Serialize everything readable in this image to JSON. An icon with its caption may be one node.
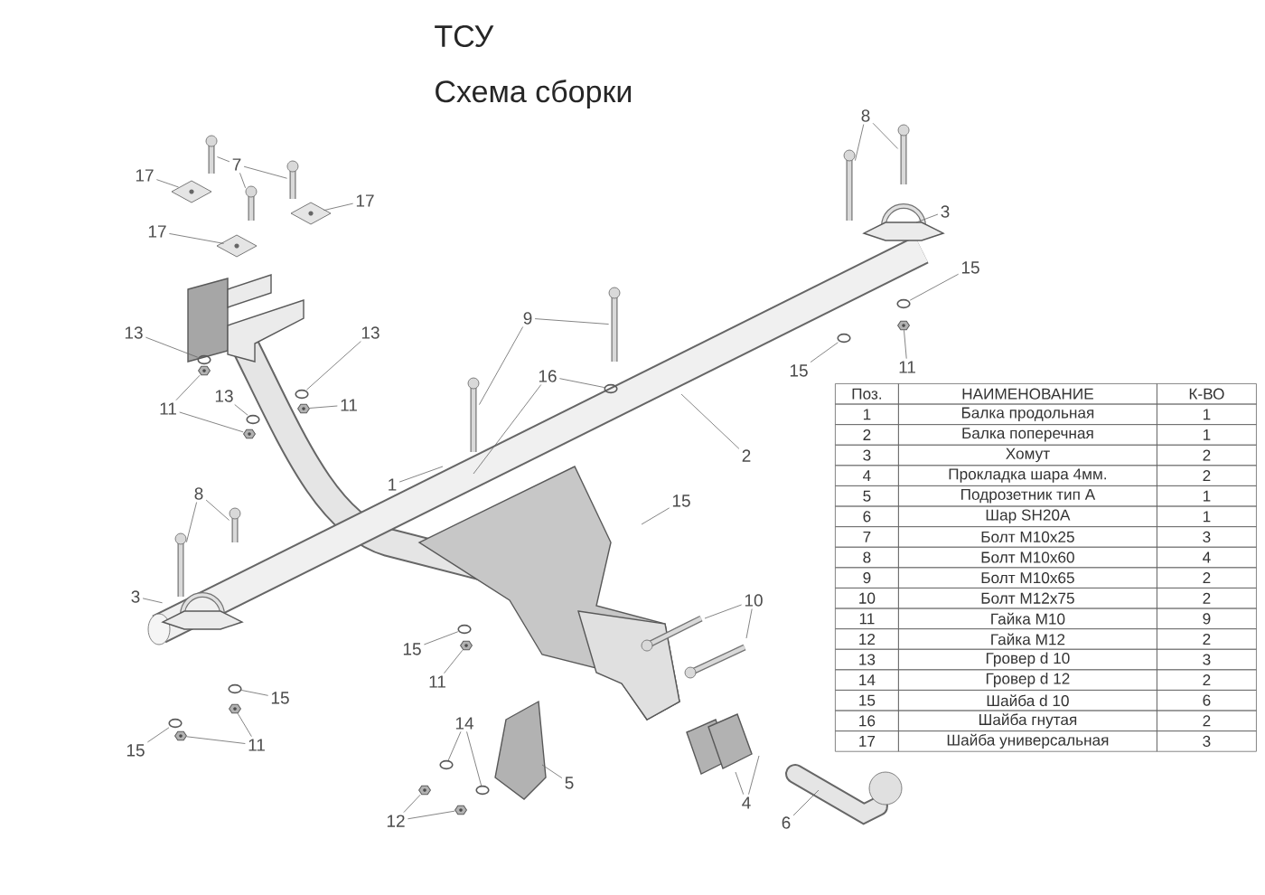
{
  "diagram": {
    "title": "ТСУ",
    "nodes": [
      {
        "text": [
          "8"
        ]
      },
      {
        "text": [
          "7"
        ]
      },
      {
        "text": [
          "17"
        ]
      },
      {
        "text": [
          "17"
        ]
      },
      {
        "text": [
          "3"
        ]
      },
      {
        "text": [
          "17"
        ]
      },
      {
        "text": [
          "15"
        ]
      },
      {
        "text": [
          "9"
        ]
      },
      {
        "text": [
          "13"
        ]
      },
      {
        "text": [
          "13"
        ]
      },
      {
        "text": [
          "15"
        ]
      },
      {
        "text": [
          "11"
        ]
      },
      {
        "text": [
          "16"
        ]
      },
      {
        "text": [
          "13"
        ]
      },
      {
        "text": [
          "11"
        ]
      },
      {
        "text": [
          "11"
        ]
      },
      {
        "text": [
          "2"
        ]
      },
      {
        "text": [
          "1"
        ]
      },
      {
        "text": [
          "8"
        ]
      },
      {
        "text": [
          "15"
        ]
      },
      {
        "text": [
          "10"
        ]
      },
      {
        "text": [
          "3"
        ]
      },
      {
        "text": [
          "15"
        ]
      },
      {
        "text": [
          "11"
        ]
      },
      {
        "text": [
          "15"
        ]
      },
      {
        "text": [
          "14"
        ]
      },
      {
        "text": [
          "11"
        ]
      },
      {
        "text": [
          "15"
        ]
      },
      {
        "text": [
          "5"
        ]
      },
      {
        "text": [
          "4"
        ]
      },
      {
        "text": [
          "12"
        ]
      },
      {
        "text": [
          "6"
        ]
      },
      {
        "text": [],
        "shape": "picture"
      },
      {
        "text": [],
        "shape": "picture"
      },
      {
        "text": [],
        "shape": "picture"
      },
      {
        "text": [],
        "shape": "picture"
      },
      {
        "text": [],
        "shape": "picture"
      },
      {
        "text": [],
        "shape": "picture"
      },
      {
        "text": [],
        "shape": "picture"
      },
      {
        "text": [],
        "shape": "picture"
      },
      {
        "text": [],
        "shape": "picture"
      },
      {
        "text": [],
        "shape": "picture"
      },
      {
        "text": [],
        "shape": "picture"
      },
      {
        "text": [],
        "shape": "picture"
      },
      {
        "text": [],
        "shape": "picture"
      },
      {
        "text": [],
        "shape": "picture"
      },
      {
        "text": [],
        "shape": "picture"
      },
      {
        "text": [],
        "shape": "picture"
      },
      {
        "text": [],
        "shape": "picture"
      },
      {
        "text": [],
        "shape": "picture"
      },
      {
        "text": [],
        "shape": "picture"
      },
      {
        "text": [],
        "shape": "picture"
      },
      {
        "text": [],
        "shape": "picture"
      },
      {
        "text": [],
        "shape": "picture"
      },
      {
        "text": [],
        "shape": "picture"
      },
      {
        "text": [],
        "shape": "picture"
      },
      {
        "text": [],
        "shape": "picture"
      },
      {
        "text": [],
        "shape": "picture"
      },
      {
        "text": [],
        "shape": "picture"
      },
      {
        "text": [],
        "shape": "picture"
      },
      {
        "text": [],
        "shape": "picture"
      },
      {
        "text": [],
        "shape": "picture"
      },
      {
        "text": [],
        "shape": "picture"
      },
      {
        "text": [],
        "shape": "picture"
      },
      {
        "text": [],
        "shape": "picture"
      }
    ],
    "edges": [
      {
        "from": 0,
        "to": 32,
        "arrow": "none"
      },
      {
        "from": 0,
        "to": 33,
        "arrow": "none"
      },
      {
        "from": 1,
        "to": 34,
        "arrow": "none"
      },
      {
        "from": 1,
        "to": 35,
        "arrow": "none"
      },
      {
        "from": 1,
        "to": 36,
        "arrow": "none"
      },
      {
        "from": 2,
        "to": 37,
        "arrow": "none"
      },
      {
        "from": 3,
        "to": 38,
        "arrow": "none"
      },
      {
        "from": 4,
        "to": null,
        "arrow": "none"
      },
      {
        "from": 5,
        "to": 39,
        "arrow": "none"
      },
      {
        "from": 6,
        "to": 40,
        "arrow": "none"
      },
      {
        "from": 7,
        "to": 41,
        "arrow": "none"
      },
      {
        "from": 7,
        "to": 42,
        "arrow": "none"
      },
      {
        "from": 8,
        "to": 43,
        "arrow": "none"
      },
      {
        "from": 9,
        "to": 44,
        "arrow": "none"
      },
      {
        "from": 10,
        "to": 45,
        "arrow": "none"
      },
      {
        "from": 11,
        "to": 46,
        "arrow": "none"
      },
      {
        "from": 12,
        "to": 47,
        "arrow": "none"
      },
      {
        "from": 12,
        "to": null,
        "arrow": "none"
      },
      {
        "from": 13,
        "to": 48,
        "arrow": "none"
      },
      {
        "from": 14,
        "to": 49,
        "arrow": "none"
      },
      {
        "from": 14,
        "to": 50,
        "arrow": "none"
      },
      {
        "from": 15,
        "to": 51,
        "arrow": "none"
      },
      {
        "from": 16,
        "to": null,
        "arrow": "none"
      },
      {
        "from": 17,
        "to": null,
        "arrow": "none"
      },
      {
        "from": 18,
        "to": 52,
        "arrow": "none"
      },
      {
        "from": 18,
        "to": 53,
        "arrow": "none"
      },
      {
        "from": 19,
        "to": null,
        "arrow": "none"
      },
      {
        "from": 20,
        "to": null,
        "arrow": "none"
      },
      {
        "from": 20,
        "to": null,
        "arrow": "none"
      },
      {
        "from": 21,
        "to": 64,
        "arrow": "none"
      },
      {
        "from": 22,
        "to": 54,
        "arrow": "none"
      },
      {
        "from": 23,
        "to": 55,
        "arrow": "none"
      },
      {
        "from": 24,
        "to": 56,
        "arrow": "none"
      },
      {
        "from": 25,
        "to": 57,
        "arrow": "none"
      },
      {
        "from": 25,
        "to": 58,
        "arrow": "none"
      },
      {
        "from": 26,
        "to": 59,
        "arrow": "none"
      },
      {
        "from": 26,
        "to": 60,
        "arrow": "none"
      },
      {
        "from": 27,
        "to": 61,
        "arrow": "none"
      },
      {
        "from": 28,
        "to": null,
        "arrow": "none"
      },
      {
        "from": 29,
        "to": null,
        "arrow": "none"
      },
      {
        "from": 29,
        "to": null,
        "arrow": "none"
      },
      {
        "from": 30,
        "to": 62,
        "arrow": "none"
      },
      {
        "from": 30,
        "to": 63,
        "arrow": "none"
      },
      {
        "from": 31,
        "to": null,
        "arrow": "none"
      }
    ],
    "labels": [
      "Схема сборки",
      "Поз.",
      "НАИМЕНОВАНИЕ",
      "К-ВО",
      "1",
      "Балка продольная",
      "1",
      "2",
      "Балка поперечная",
      "1",
      "3",
      "Хомут",
      "2",
      "4",
      "Прокладка шара 4мм.",
      "2",
      "5",
      "Подрозетник тип А",
      "1",
      "6",
      "Шар SH20A",
      "1",
      "7",
      "Болт М10х25",
      "3",
      "8",
      "Болт М10х60",
      "4",
      "9",
      "Болт М10х65",
      "2",
      "10",
      "Болт М12х75",
      "2",
      "11",
      "Гайка М10",
      "9",
      "12",
      "Гайка М12",
      "2",
      "13",
      "Гровер d 10",
      "3",
      "14",
      "Гровер d 12",
      "2",
      "15",
      "Шайба d 10",
      "6",
      "16",
      "Шайба гнутая",
      "2",
      "17",
      "Шайба универсальная",
      "3"
    ]
  }
}
